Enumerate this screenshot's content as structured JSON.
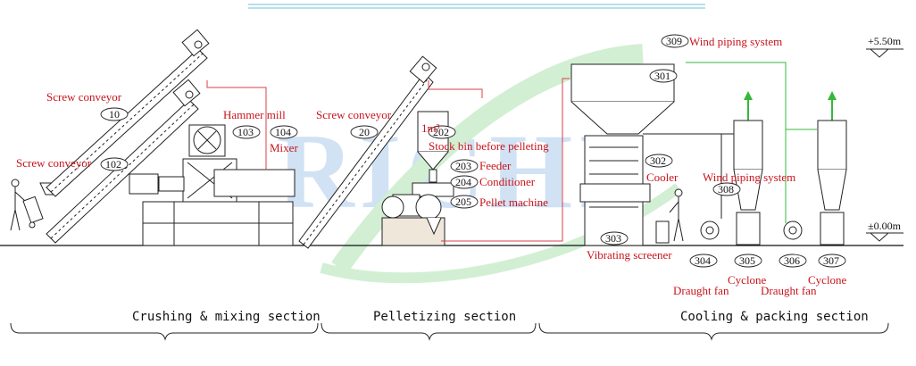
{
  "colors": {
    "label_red": "#c8141c",
    "pipe_red": "#d8424a",
    "pipe_green": "#35b83a",
    "watermark": "#2e7fd0",
    "line": "#222222"
  },
  "levels": {
    "top": "+5.50m",
    "ground": "±0.00m"
  },
  "equipment": [
    {
      "id": "10",
      "label": "Screw conveyor"
    },
    {
      "id": "102",
      "label": "Screw conveyor"
    },
    {
      "id": "103",
      "label": "Hammer mill"
    },
    {
      "id": "104",
      "label": "Mixer"
    },
    {
      "id": "20",
      "label": "Screw conveyor"
    },
    {
      "id": "202",
      "label": "Stock bin before pelleting"
    },
    {
      "id": "203",
      "label": "Feeder"
    },
    {
      "id": "204",
      "label": "Conditioner"
    },
    {
      "id": "205",
      "label": "Pellet machine"
    },
    {
      "id": "301",
      "label": ""
    },
    {
      "id": "302",
      "label": "Cooler"
    },
    {
      "id": "303",
      "label": "Vibrating screener"
    },
    {
      "id": "304",
      "label": "Draught fan"
    },
    {
      "id": "305",
      "label": "Cyclone"
    },
    {
      "id": "306",
      "label": "Draught fan"
    },
    {
      "id": "307",
      "label": "Cyclone"
    },
    {
      "id": "308",
      "label": "Wind piping system"
    },
    {
      "id": "309",
      "label": "Wind piping system"
    }
  ],
  "bin_volume": "1m³",
  "sections": [
    "Crushing & mixing section",
    "Pelletizing section",
    "Cooling & packing section"
  ],
  "watermark": "RICHI"
}
